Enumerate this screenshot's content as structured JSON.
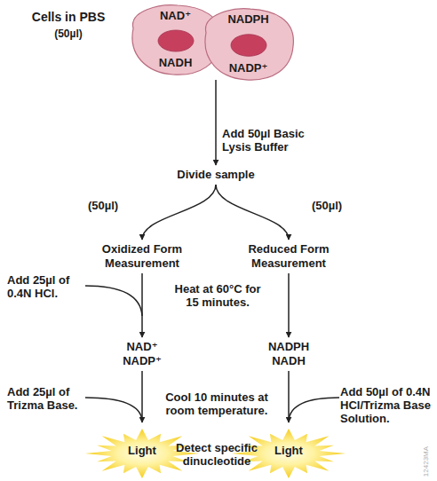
{
  "diagram": {
    "nodes": [
      {
        "text": [
          "NAD⁺",
          "NADH"
        ]
      },
      {
        "text": [
          "NADPH",
          "NADP⁺"
        ]
      },
      {
        "text": [
          "Divide sample"
        ]
      },
      {
        "text": [
          "Oxidized Form Measurement"
        ]
      },
      {
        "text": [
          "Reduced Form Measurement"
        ]
      },
      {
        "text": [
          "NAD⁺ NADP⁺"
        ]
      },
      {
        "text": [
          "NADPH NADH"
        ]
      },
      {
        "text": [
          "Light"
        ]
      },
      {
        "text": [
          "Light"
        ]
      }
    ],
    "edges": [
      {
        "from": 0,
        "to": 2,
        "arrow": "to",
        "label": "Add 50µl Basic Lysis Buffer"
      },
      {
        "from": 2,
        "to": 3,
        "arrow": "to",
        "label": "(50µl)"
      },
      {
        "from": 2,
        "to": 4,
        "arrow": "to",
        "label": "(50µl)"
      },
      {
        "from": 3,
        "to": 5,
        "arrow": "to",
        "label": "Add 25µl of 0.4N HCl."
      },
      {
        "from": 4,
        "to": 6,
        "arrow": "to"
      },
      {
        "from": 5,
        "to": 7,
        "arrow": "to",
        "label": "Add 25µl of Trizma Base."
      },
      {
        "from": 6,
        "to": 8,
        "arrow": "to",
        "label": "Add 50µl of 0.4N HCl/Trizma Base Solution."
      }
    ],
    "labels": [
      "Cells in PBS",
      "(50µl)",
      "Heat at 60°C for 15 minutes.",
      "Cool 10 minutes at room temperature.",
      "Detect specific dinucleotide",
      "12423MA"
    ]
  }
}
